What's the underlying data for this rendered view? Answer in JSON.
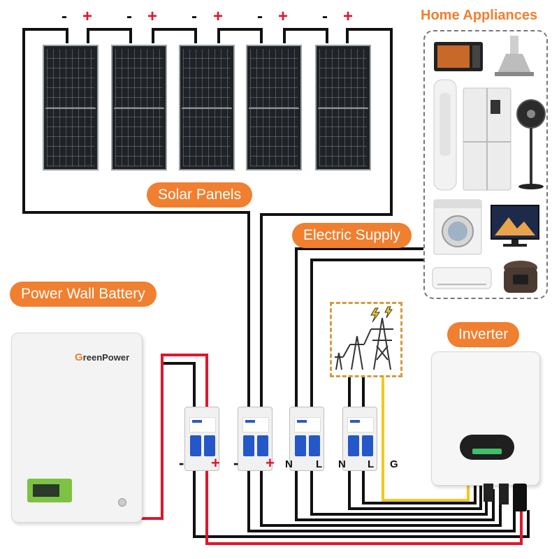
{
  "labels": {
    "solar_panels": "Solar Panels",
    "electric_supply": "Electric Supply",
    "power_wall_battery": "Power Wall Battery",
    "inverter": "Inverter",
    "home_appliances": "Home Appliances",
    "brand": "GreenPower",
    "brand_initial": "G",
    "brand_rest": "reenPower"
  },
  "panel_polarity": {
    "minus": "-",
    "plus": "+"
  },
  "terminals": [
    "-",
    "+",
    "-",
    "+",
    "N",
    "L",
    "N",
    "L",
    "G"
  ],
  "appliances": [
    "microwave-icon",
    "range-hood-icon",
    "tower-ac-icon",
    "refrigerator-icon",
    "stand-fan-icon",
    "washing-machine-icon",
    "television-icon",
    "wall-ac-icon",
    "rice-cooker-icon"
  ],
  "colors": {
    "accent": "#f07f2f",
    "positive_wire": "#e0162b",
    "negative_wire": "#111111",
    "ground_wire": "#f2c81c"
  }
}
